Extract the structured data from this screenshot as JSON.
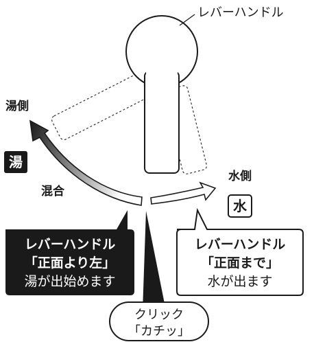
{
  "handle_label": "レバーハンドル",
  "hot_side_label": "湯側",
  "hot_badge": "湯",
  "mix_label": "混合",
  "cold_side_label": "水側",
  "cold_badge": "水",
  "hot_callout": {
    "line1": "レバーハンドル",
    "line2": "「正面より左」",
    "line3": "湯が出始めます"
  },
  "cold_callout": {
    "line1": "レバーハンドル",
    "line2": "「正面まで」",
    "line3": "水が出ます"
  },
  "click_callout": {
    "line1": "クリック",
    "line2": "「カチッ」"
  },
  "colors": {
    "hot_box": "#1a1a1a",
    "outline": "#1a1a1a",
    "hot_gradient_start": "#1a1a1a",
    "hot_gradient_end": "#ffffff"
  }
}
